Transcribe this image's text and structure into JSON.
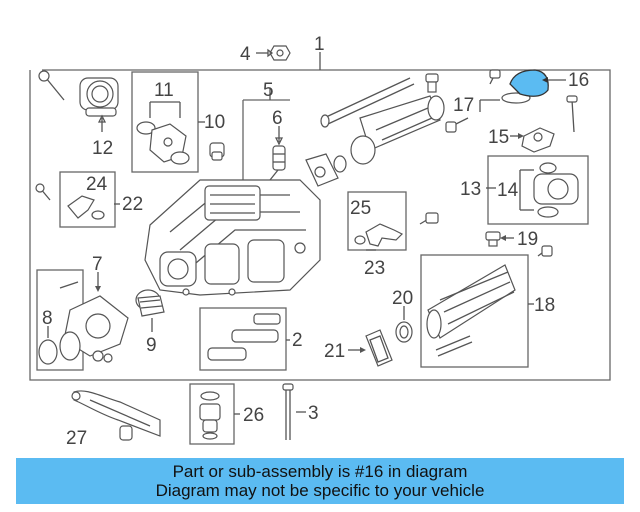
{
  "callouts": {
    "c1": "1",
    "c2": "2",
    "c3": "3",
    "c4": "4",
    "c5": "5",
    "c6": "6",
    "c7": "7",
    "c8": "8",
    "c9": "9",
    "c10": "10",
    "c11": "11",
    "c12": "12",
    "c13": "13",
    "c14": "14",
    "c15": "15",
    "c16": "16",
    "c17": "17",
    "c18": "18",
    "c19": "19",
    "c20": "20",
    "c21": "21",
    "c22": "22",
    "c23": "23",
    "c24": "24",
    "c25": "25",
    "c26": "26",
    "c27": "27"
  },
  "highlight": {
    "part": "16",
    "color": "#5bbbf2"
  },
  "banner": {
    "line1": "Part or sub-assembly is #16 in diagram",
    "line2": "Diagram may not be specific to your vehicle",
    "color": "#5bbbf2"
  }
}
